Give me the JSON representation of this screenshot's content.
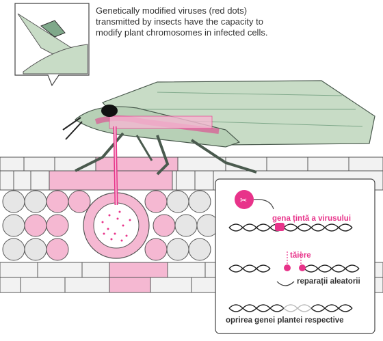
{
  "caption": "Genetically modified viruses (red dots) transmitted by insects have the capacity to modify plant chromosomes in infected cells.",
  "labels": {
    "target_gene": "gena țintă a virusului",
    "cut": "tăiere",
    "repair": "reparații aleatorii",
    "silencing": "oprirea genei plantei respective"
  },
  "colors": {
    "pink": "#e8338a",
    "light_pink": "#f5b8d2",
    "insect_green": "#c8dcc6",
    "insect_dark_green": "#7fa88a",
    "cell_gray": "#d9d9d9"
  }
}
